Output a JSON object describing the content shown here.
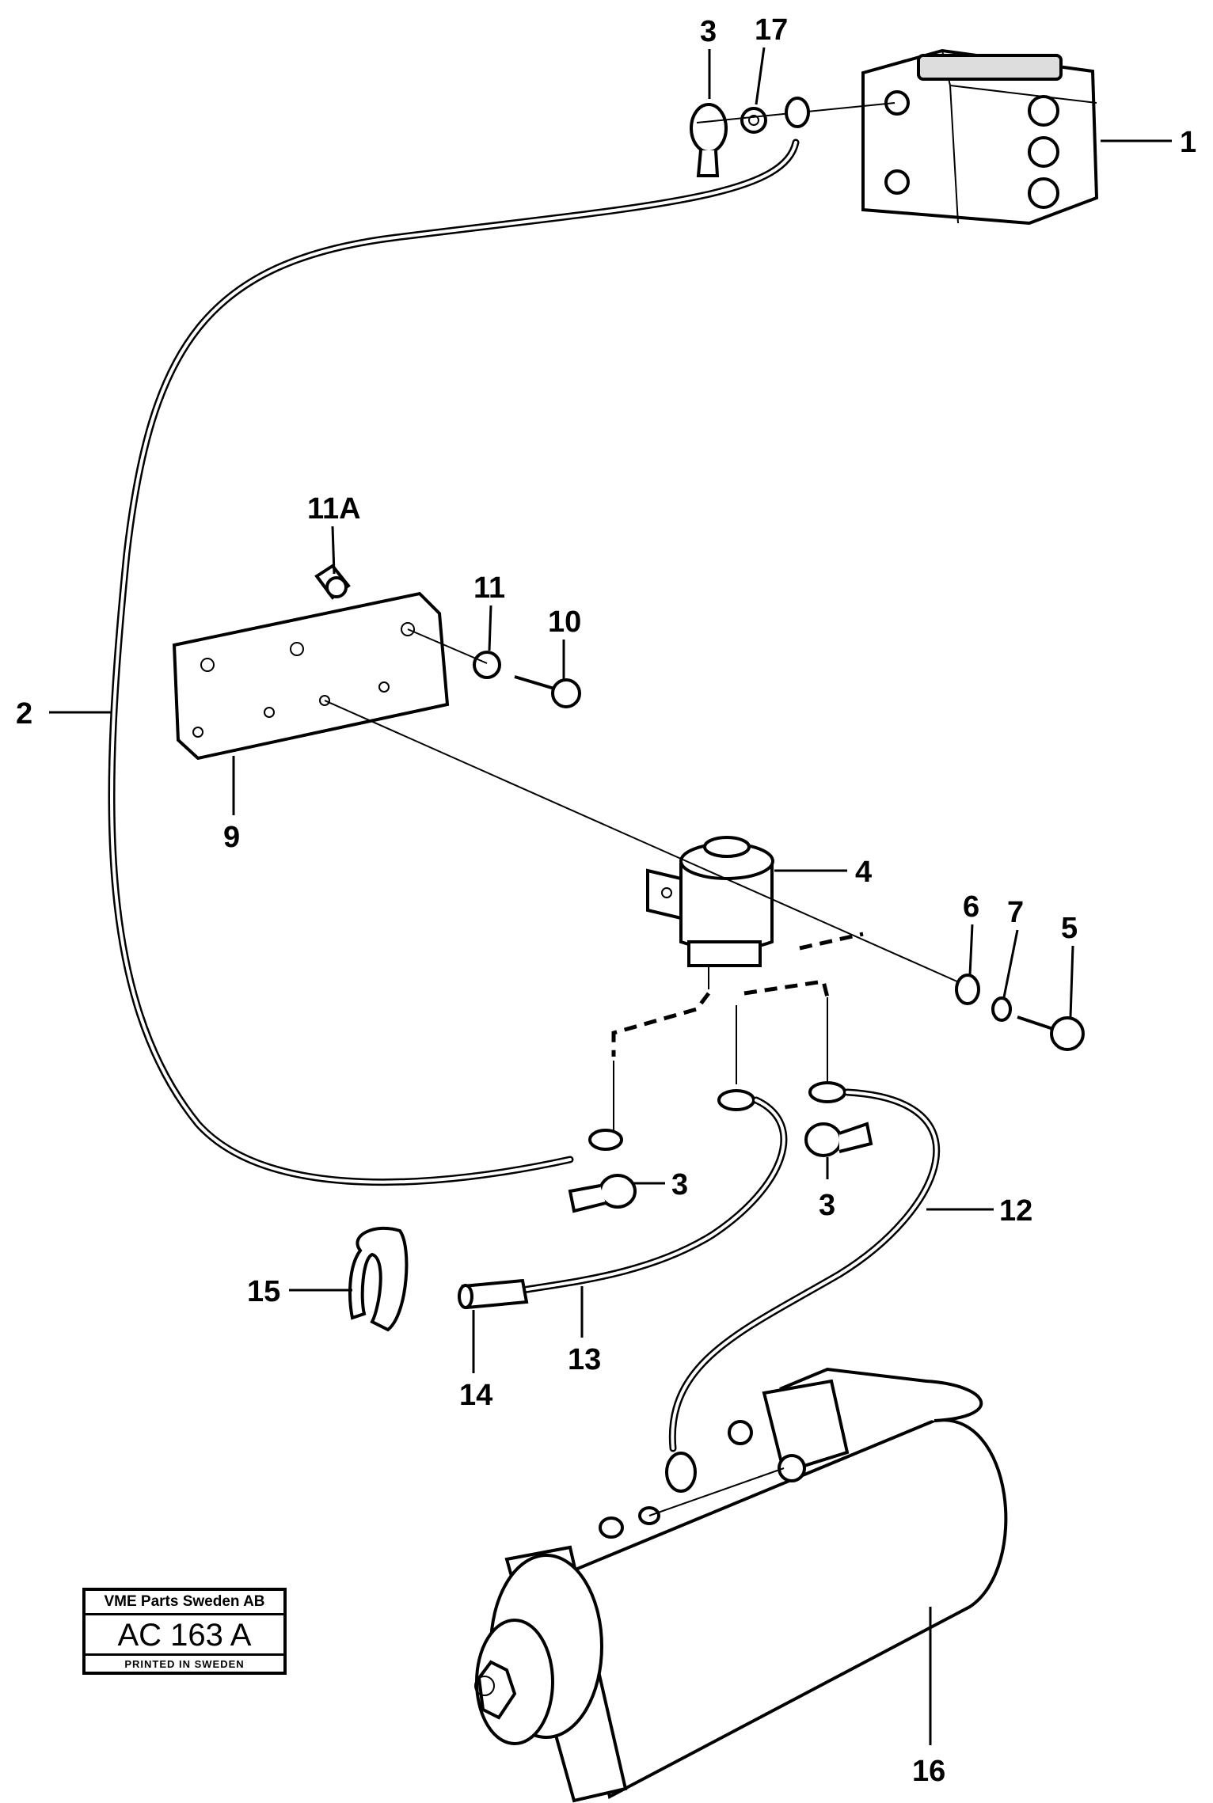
{
  "labels": {
    "l1": "1",
    "l2": "2",
    "l3a": "3",
    "l3b": "3",
    "l3c": "3",
    "l4": "4",
    "l5": "5",
    "l6": "6",
    "l7": "7",
    "l9": "9",
    "l10": "10",
    "l11": "11",
    "l11a": "11A",
    "l12": "12",
    "l13": "13",
    "l14": "14",
    "l15": "15",
    "l16": "16",
    "l17": "17"
  },
  "stamp": {
    "company": "VME Parts Sweden AB",
    "code": "AC 163 A",
    "footer": "PRINTED IN SWEDEN"
  }
}
